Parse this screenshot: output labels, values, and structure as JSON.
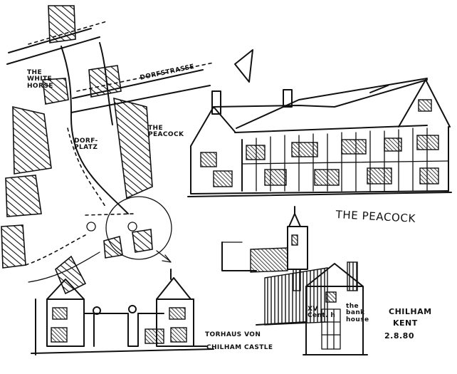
{
  "labels": {
    "white_horse": "THE\nWHITE\nHORSE",
    "dorfstrasse": "DORFSTRASSE",
    "peacock_map": "THE\nPEACOCK",
    "dorfplatz": "DORF-\nPLATZ",
    "peacock_title": "THE PEACOCK",
    "chilham": "CHILHAM",
    "kent": "KENT",
    "date": "2.8.80",
    "torhaus_line1": "TORHAUS VON",
    "torhaus_line2": "CHILHAM CASTLE",
    "xv_century": "XV\nCent. h",
    "the_bank": "the\nbank\nhouse"
  }
}
